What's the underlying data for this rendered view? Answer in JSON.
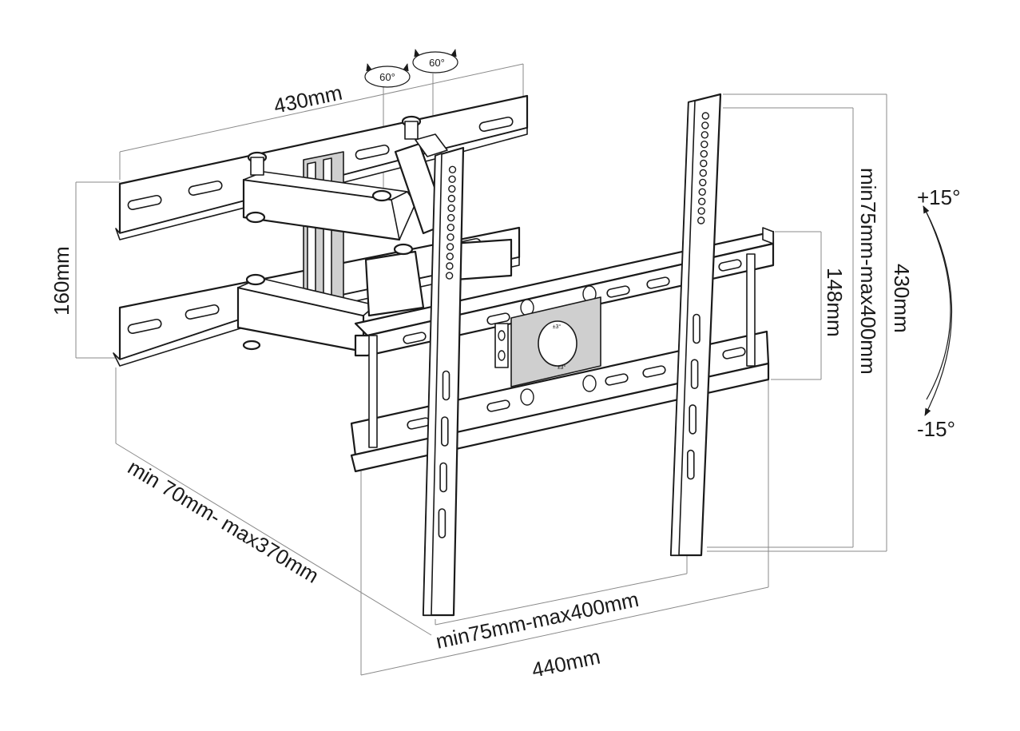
{
  "dimensions": {
    "wall_plate_width": "430mm",
    "wall_plate_height": "160mm",
    "vesa_horizontal": "min75mm-max400mm",
    "vesa_vertical": "min75mm-max400mm",
    "tv_plate_width": "440mm",
    "tv_bracket_height": "430mm",
    "rail_spacing": "148mm",
    "extension": "min 70mm- max370mm"
  },
  "swivel": {
    "left_arm": "60°",
    "right_arm": "60°",
    "tilt_up": "+15°",
    "tilt_down": "-15°",
    "level_adjust_top": "±3°",
    "level_adjust_bottom": "±3°"
  }
}
